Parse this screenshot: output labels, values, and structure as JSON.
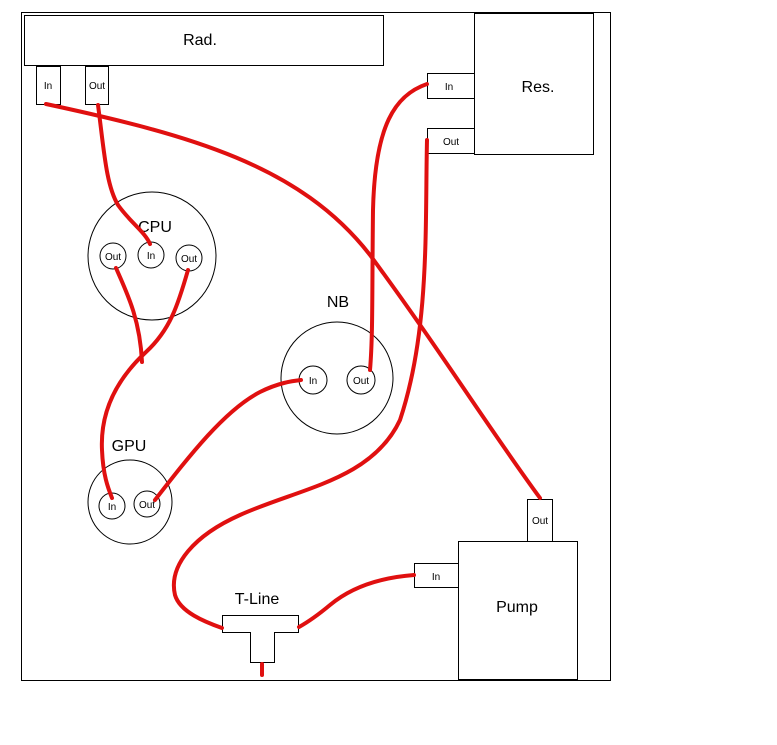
{
  "labels": {
    "radiator": "Rad.",
    "reservoir": "Res.",
    "pump": "Pump",
    "cpu": "CPU",
    "gpu": "GPU",
    "nb": "NB",
    "tline": "T-Line"
  },
  "ports": {
    "rad_in": "In",
    "rad_out": "Out",
    "res_in": "In",
    "res_out": "Out",
    "cpu_out_left": "Out",
    "cpu_in": "In",
    "cpu_out_right": "Out",
    "nb_in": "In",
    "nb_out": "Out",
    "gpu_in": "In",
    "gpu_out": "Out",
    "pump_in": "In",
    "pump_out": "Out"
  },
  "colors": {
    "tubing": "#e01010",
    "outline": "#000000",
    "background": "#ffffff"
  }
}
